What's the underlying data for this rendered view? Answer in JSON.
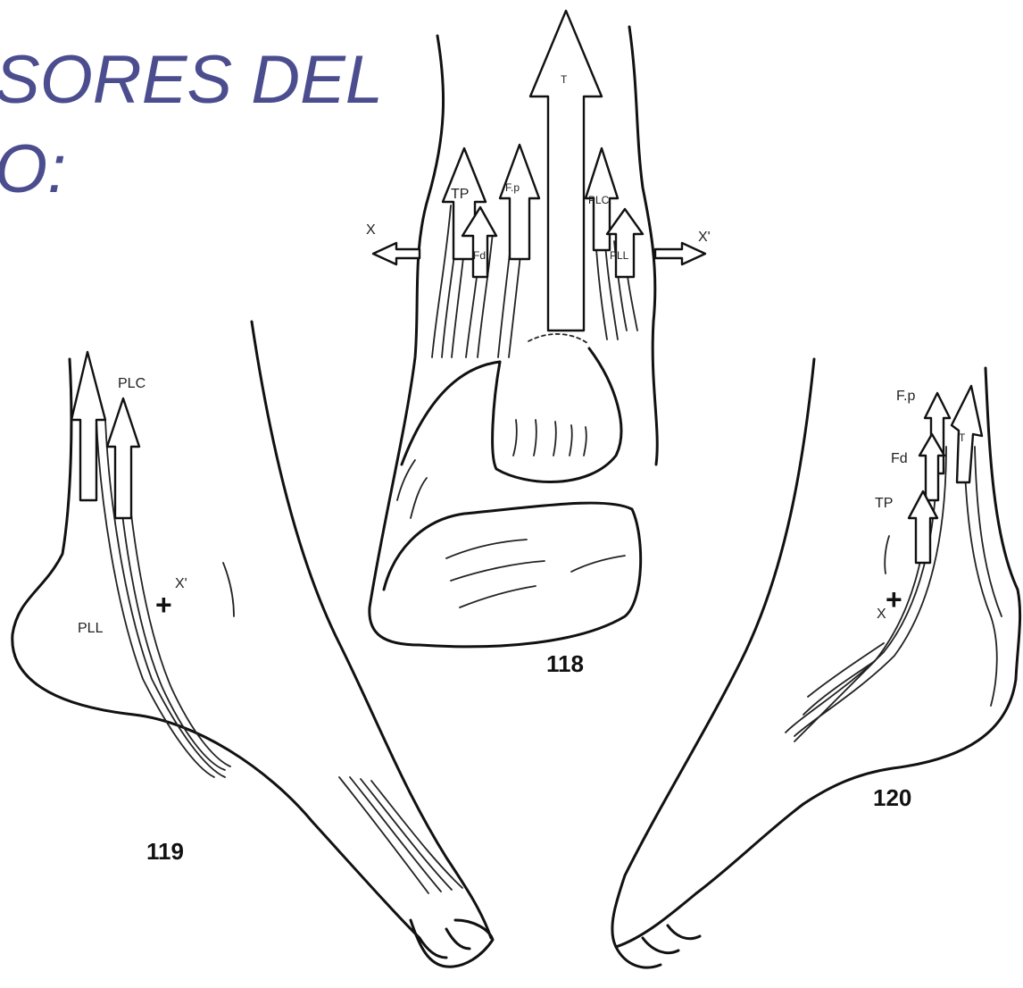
{
  "title": {
    "line1": "SORES DEL",
    "line2": "O:"
  },
  "figures": {
    "fig118": {
      "number": "118",
      "labels": {
        "t": "T",
        "tp": "TP",
        "fp": "F.p",
        "fd": "Fd",
        "plc": "PLC",
        "pll": "PLL",
        "x": "X",
        "xprime": "X'"
      }
    },
    "fig119": {
      "number": "119",
      "labels": {
        "plc": "PLC",
        "pll": "PLL",
        "xprime": "X'",
        "plus": "+"
      }
    },
    "fig120": {
      "number": "120",
      "labels": {
        "fp": "F.p",
        "fd": "Fd",
        "tp": "TP",
        "t": "T",
        "x": "X",
        "plus": "+"
      }
    }
  }
}
